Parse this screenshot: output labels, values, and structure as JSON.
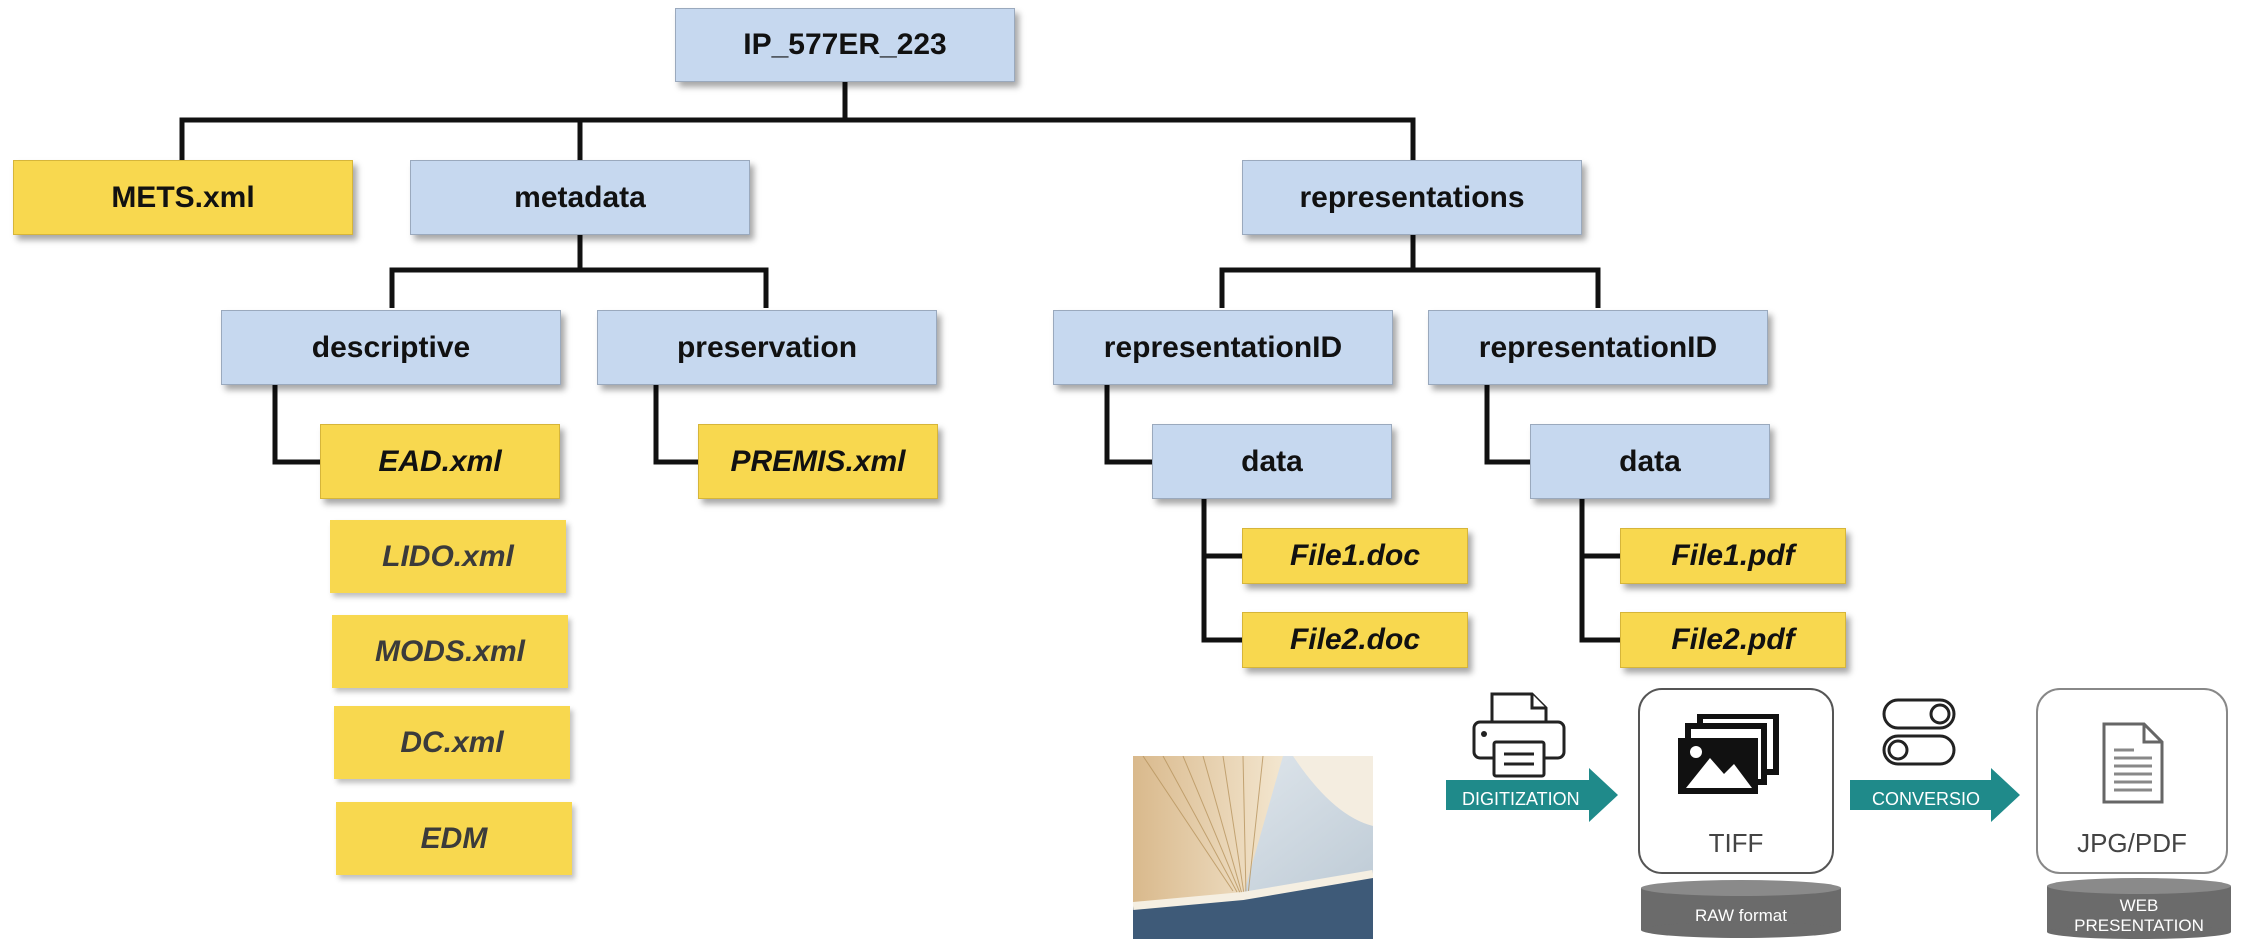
{
  "tree": {
    "root": "IP_577ER_223",
    "mets": "METS.xml",
    "metadata": "metadata",
    "representations": "representations",
    "descriptive": "descriptive",
    "preservation": "preservation",
    "representation_id_1": "representationID",
    "representation_id_2": "representationID",
    "ead": "EAD.xml",
    "premis": "PREMIS.xml",
    "data_1": "data",
    "data_2": "data",
    "file1_doc": "File1.doc",
    "file2_doc": "File2.doc",
    "file1_pdf": "File1.pdf",
    "file2_pdf": "File2.pdf",
    "extra_descriptive": [
      "LIDO.xml",
      "MODS.xml",
      "DC.xml",
      "EDM"
    ]
  },
  "workflow": {
    "digitization_label": "DIGITIZATION",
    "conversion_label": "CONVERSIO",
    "tiff_label": "TIFF",
    "jpg_pdf_label": "JPG/PDF",
    "raw_format_label": "RAW format",
    "web_presentation_label": "WEB PRESENTATION",
    "icons": [
      "printer-icon",
      "images-icon",
      "toggle-icon",
      "document-icon",
      "book-photo"
    ],
    "colors": {
      "arrow": "#1f8a8a",
      "cylinder": "#6b6b6b",
      "box_blue": "#c6d8ef",
      "box_yellow": "#f8d84f"
    }
  }
}
